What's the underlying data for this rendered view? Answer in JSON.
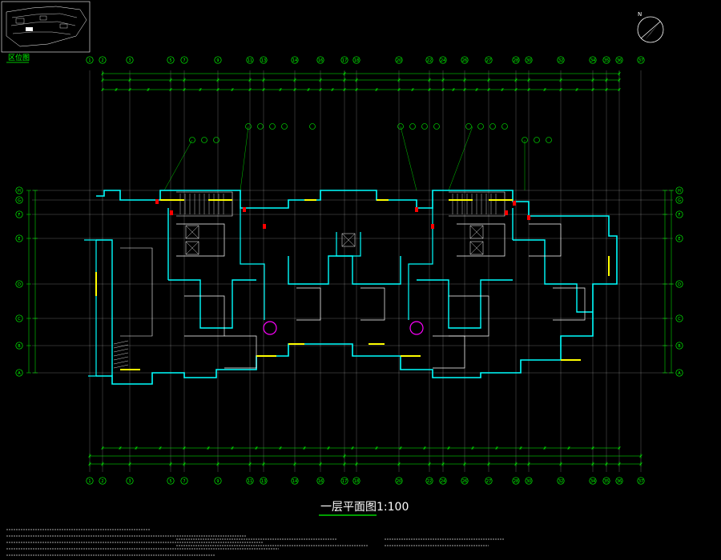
{
  "drawing": {
    "title": "一层平面图1:100",
    "keymap_label": "区位图"
  },
  "grid": {
    "columns": [
      "1",
      "2",
      "3",
      "5",
      "7",
      "9",
      "11",
      "13",
      "14",
      "16",
      "17",
      "18",
      "20",
      "22",
      "24",
      "26",
      "27",
      "28",
      "30",
      "32",
      "34",
      "35",
      "36",
      "37"
    ],
    "rows": [
      "A",
      "B",
      "C",
      "D",
      "E",
      "F",
      "G",
      "H"
    ]
  },
  "colors": {
    "background": "#000000",
    "wall_outer": "#00ffff",
    "wall_inner": "#ffffff",
    "dimension": "#00ff00",
    "axis_bubble": "#00ff00",
    "grid_line": "#ffffff",
    "window": "#ffff00",
    "column": "#ff0000",
    "wet_area": "#ff00ff",
    "title_underline": "#00ff00"
  },
  "icons": {
    "north_arrow": "north-arrow-icon",
    "site_plan": "site-plan-keymap"
  }
}
